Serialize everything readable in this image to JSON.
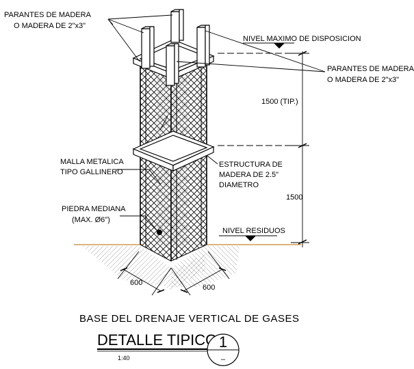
{
  "labels": {
    "parantes_top_left_1": "PARANTES DE MADERA",
    "parantes_top_left_2": "O MADERA DE 2\"x3\"",
    "nivel_maximo": "NIVEL MAXIMO DE DISPOSICION",
    "parantes_right_1": "PARANTES DE MADERA",
    "parantes_right_2": "O MADERA DE 2\"x3\"",
    "dim_1500_tip": "1500 (TIP.)",
    "malla_1": "MALLA METALICA",
    "malla_2": "TIPO GALLINERO",
    "estructura_1": "ESTRUCTURA DE",
    "estructura_2": "MADERA DE 2.5\"",
    "estructura_3": "DIAMETRO",
    "dim_1500": "1500",
    "piedra_1": "PIEDRA MEDIANA",
    "piedra_2": "(MAX. Ø6\")",
    "nivel_residuos": "NIVEL RESIDUOS",
    "dim_600_left": "600",
    "dim_600_right": "600"
  },
  "title": {
    "subtitle": "BASE DEL DRENAJE VERTICAL DE GASES",
    "main": "DETALLE TIPICO",
    "scale": "1:40",
    "detail_number": "1",
    "sheet": "–"
  },
  "colors": {
    "line": "#000000",
    "ground": "#c8862a"
  }
}
